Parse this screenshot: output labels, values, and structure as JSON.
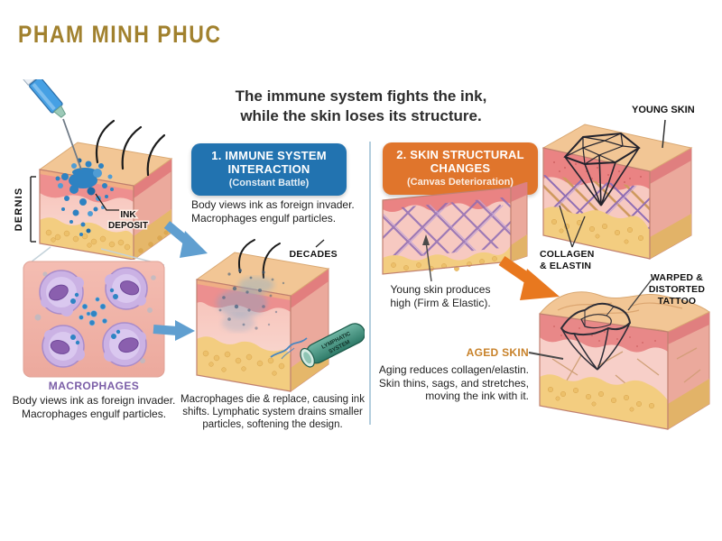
{
  "brand": {
    "logo_text": "PHAM MINH PHUC"
  },
  "header": {
    "title_line1": "The immune system fights the ink,",
    "title_line2": "while the skin loses its structure."
  },
  "section_immune": {
    "badge_title": "1. IMMUNE SYSTEM INTERACTION",
    "badge_subtitle": "(Constant Battle)",
    "caption": "Body views ink as foreign invader. Macrophages engulf particles."
  },
  "injection_diagram": {
    "dermis_label": "DERNIS",
    "ink_deposit_line1": "INK",
    "ink_deposit_line2": "DEPOSIT"
  },
  "macrophage_diagram": {
    "label": "MACROPHAGES",
    "caption": "Body views ink as foreign invader. Macrophages engulf particles."
  },
  "fading_diagram": {
    "decades_label": "DECADES",
    "lymphatic_line1": "LYMPHATIC",
    "lymphatic_line2": "SYSTEM",
    "caption": "Macrophages die & replace, causing ink shifts. Lymphatic system drains smaller particles, softening the design."
  },
  "section_structural": {
    "badge_title": "2. SKIN STRUCTURAL CHANGES",
    "badge_subtitle": "(Canvas Deterioration)",
    "caption": "Young skin produces high (Firm & Elastic)."
  },
  "young_skin_diagram": {
    "label": "YOUNG SKIN",
    "collagen_line1": "COLLAGEN",
    "collagen_line2": "& ELASTIN"
  },
  "aged_skin_diagram": {
    "warped_line1": "WARPED &",
    "warped_line2": "DISTORTED",
    "warped_line3": "TATTOO",
    "label": "AGED SKIN",
    "caption": "Aging reduces collagen/elastin. Skin thins, sags, and stretches, moving the ink with it."
  },
  "colors": {
    "accent_blue": "#2273b0",
    "accent_orange": "#e0752c",
    "brand_gold": "#a1812e",
    "macrophage_purple": "#7b5ea7",
    "aged_label_orange": "#c8822a",
    "divider_blue": "#a6c6d8",
    "ink_blue": "#2e82c2"
  }
}
